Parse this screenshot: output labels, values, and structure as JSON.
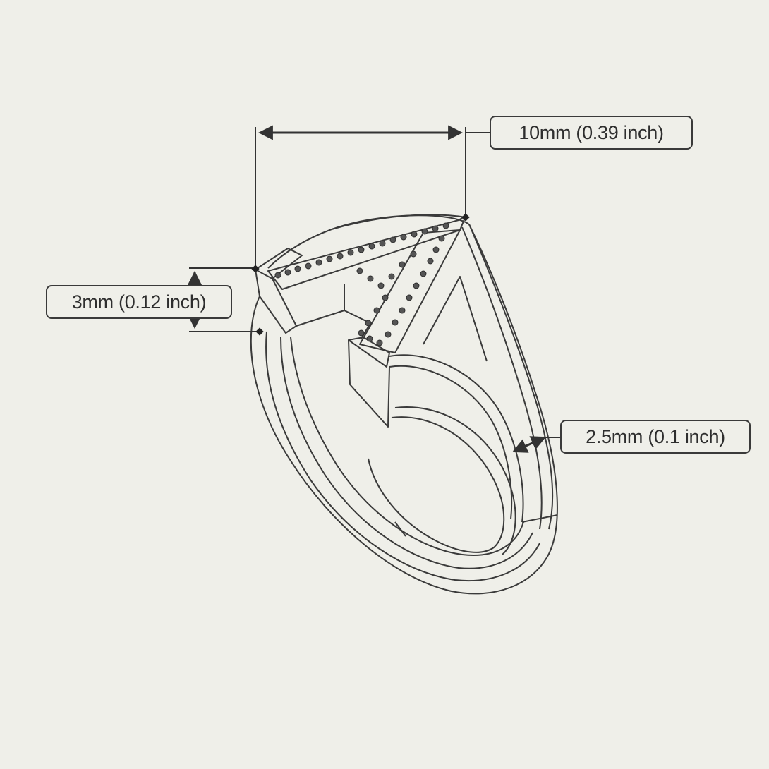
{
  "dimensions": {
    "width": {
      "label": "10mm (0.39 inch)"
    },
    "height": {
      "label": "3mm (0.12 inch)"
    },
    "band": {
      "label": "2.5mm (0.1 inch)"
    }
  },
  "colors": {
    "background": "#efefe9",
    "line": "#3a3a3a"
  }
}
